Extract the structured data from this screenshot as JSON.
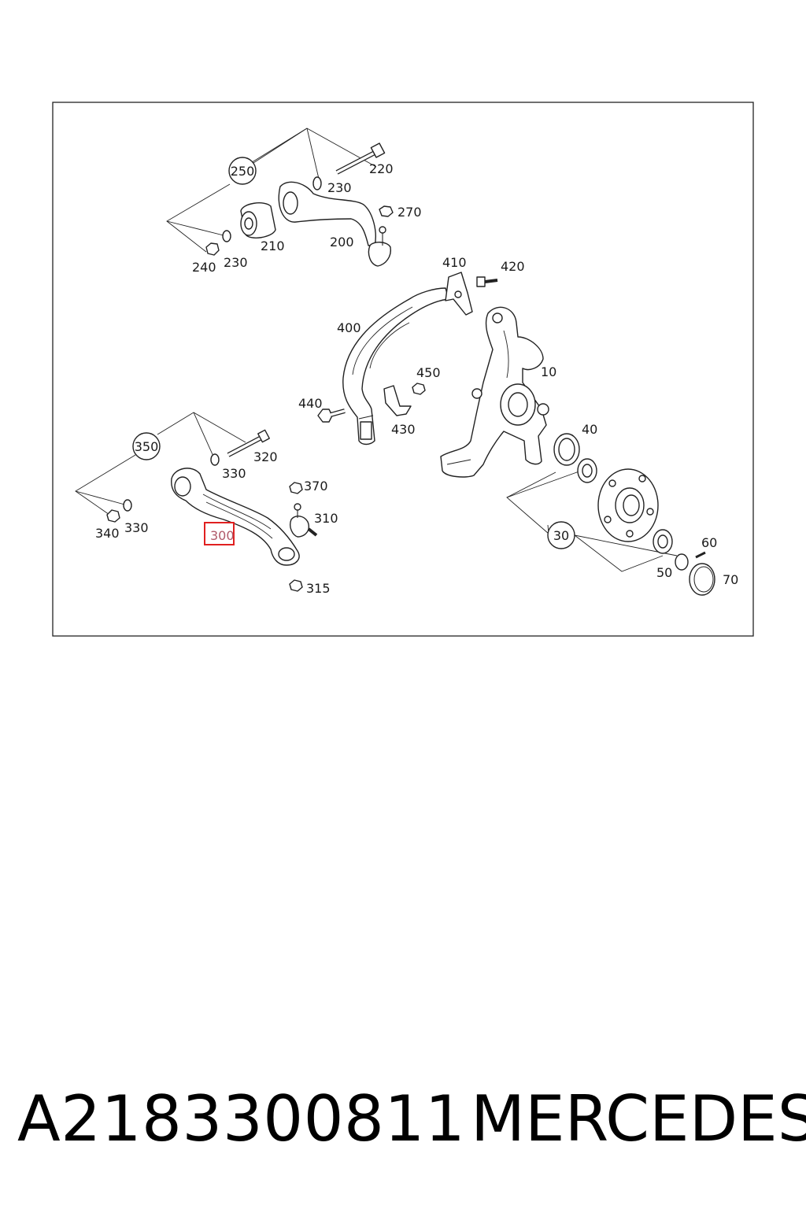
{
  "diagram": {
    "highlighted_part": "300",
    "highlight_color": "#e02020",
    "callouts": {
      "c250": "250",
      "c220": "220",
      "c230a": "230",
      "c270": "270",
      "c240": "240",
      "c230b": "230",
      "c210": "210",
      "c200": "200",
      "c410": "410",
      "c420": "420",
      "c400": "400",
      "c10": "10",
      "c450": "450",
      "c440": "440",
      "c430": "430",
      "c350": "350",
      "c320": "320",
      "c330a": "330",
      "c370": "370",
      "c310": "310",
      "c340": "340",
      "c330b": "330",
      "c300": "300",
      "c315": "315",
      "c40": "40",
      "c30": "30",
      "c60": "60",
      "c50": "50",
      "c70": "70"
    }
  },
  "caption": {
    "part_number": "A2183300811",
    "brand": "MERCEDES"
  }
}
